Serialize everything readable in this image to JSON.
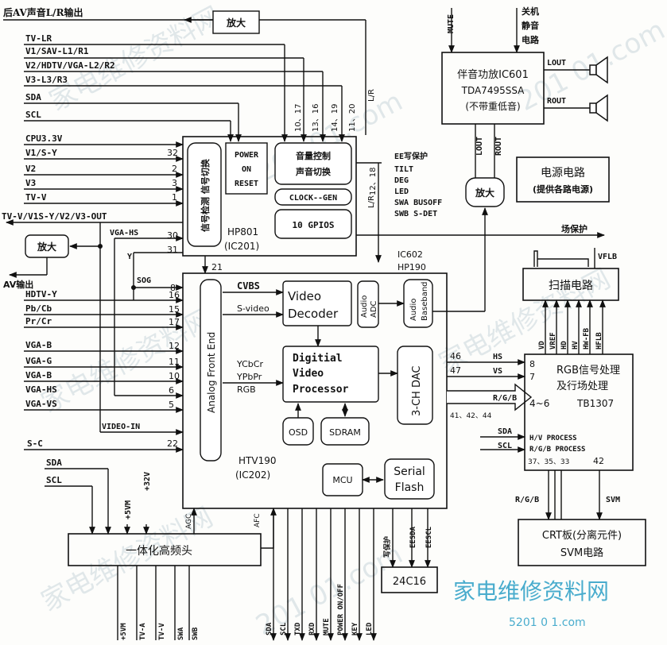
{
  "watermark": {
    "brand": "家电维修资料网",
    "site": "5201 0 1.com",
    "diag": "家电维修资料网",
    "diag2": "201 01.com"
  },
  "top": {
    "rear_av_out": "后AV声音L/R输出",
    "amp1": "放大",
    "mute": "MUTE",
    "poweroff_mute": [
      "关机",
      "静音",
      "电路"
    ]
  },
  "left_inputs": [
    "TV-LR",
    "V1/SAV-L1/R1",
    "V2/HDTV/VGA-L2/R2",
    "V3-L3/R3",
    "SDA",
    "SCL",
    "CPU3.3V",
    "V1/S-Y",
    "V2",
    "V3",
    "TV-V",
    "TV-V/V1S-Y/V2/V3-OUT"
  ],
  "hp801": {
    "left_pins": [
      "32",
      "2",
      "3",
      "1"
    ],
    "bottom_pins": [
      "30",
      "31"
    ],
    "signal_sel": "信号检测 信号切换",
    "power_reset": [
      "POWER",
      "ON",
      "RESET"
    ],
    "vol_ctrl": [
      "音量控制",
      "声音切换"
    ],
    "clock": "CLOCK--GEN",
    "gpio": "10 GPIOS",
    "label": "HP801",
    "ic": "(IC201)",
    "top_pins": [
      "10、17",
      "13、16",
      "14、19",
      "11、20"
    ],
    "lr": "L/R",
    "pin_12_18": "12、18",
    "lr2": "L/R"
  },
  "signals_right": [
    "EE写保护",
    "TILT",
    "DEG",
    "LED",
    "SWA BUSOFF",
    "SWB S-DET"
  ],
  "audio_amp": {
    "lines": [
      "伴音功放IC601",
      "TDA7495SSA",
      "(不带重低音)"
    ],
    "lout": "LOUT",
    "rout": "ROUT",
    "lout2": "LOUT",
    "rout2": "ROUT",
    "amp": "放大"
  },
  "power_box": [
    "电源电路",
    "(提供各路电源)"
  ],
  "left_mid": {
    "amp": "放大",
    "av_out": "AV输出",
    "vga_hs": "VGA-HS",
    "y": "Y",
    "sog": "SOG",
    "pin21": "21"
  },
  "htv_inputs": [
    {
      "label": "HDTV-Y",
      "pin": "16"
    },
    {
      "label": "Pb/Cb",
      "pin": "15"
    },
    {
      "label": "Pr/Cr",
      "pin": "17"
    },
    {
      "label": "VGA-B",
      "pin": "12"
    },
    {
      "label": "VGA-G",
      "pin": "11"
    },
    {
      "label": "VGA-B",
      "pin": "10"
    },
    {
      "label": "VGA-HS",
      "pin": "6"
    },
    {
      "label": "VGA-VS",
      "pin": "5"
    }
  ],
  "pin8": "8",
  "video_in": "VIDEO-IN",
  "sc": "S-C",
  "sc_pin": "22",
  "htv190": {
    "afe": "Analog Front End",
    "cvbs": "CVBS",
    "svideo": "S-video",
    "ycbcr": "YCbCr",
    "ypbpr": "YPbPr",
    "rgb": "RGB",
    "vdec": [
      "Video",
      "Decoder"
    ],
    "adc": [
      "Audio",
      "ADC"
    ],
    "baseband": [
      "Audio",
      "Baseband"
    ],
    "dvp": [
      "Digitial",
      "Video",
      "Processor"
    ],
    "dac": "3-CH DAC",
    "osd": "OSD",
    "sdram": "SDRAM",
    "mcu": "MCU",
    "flash": [
      "Serial",
      "Flash"
    ],
    "label": "HTV190",
    "ic": "(IC202)",
    "ic602": "IC602",
    "hp190": "HP190",
    "pin46": "46",
    "pin47": "47",
    "hs": "HS",
    "vs": "VS",
    "rgb_out": "R/G/B",
    "pins41": "41、42、44"
  },
  "scan": {
    "title": "扫描电路",
    "field_prot": "场保护",
    "vflb": "VFLB",
    "sigs": [
      "VD",
      "VREF",
      "HD",
      "HV",
      "HW-FB",
      "HFLB"
    ]
  },
  "tb1307": {
    "pin8": "8",
    "pin7": "7",
    "title1": "RGB信号处理",
    "title2": "及行场处理",
    "pins46": "4~6",
    "chip": "TB1307",
    "hv": "H/V PROCESS",
    "rgbp": "R/G/B   PROCESS",
    "pins_b": "37、35、33",
    "pin42": "42",
    "sda": "SDA",
    "scl": "SCL"
  },
  "crt": {
    "title": "CRT板(分离元件)",
    "svm": "SVM电路",
    "rgb": "R/G/B",
    "svm_sig": "SVM"
  },
  "tuner": {
    "label": "一体化高频头",
    "sda": "SDA",
    "scl": "SCL",
    "v5": "+5VM",
    "v32": "+32V",
    "agc": "AGC",
    "afc": "AFC",
    "bottom": [
      "+5VM",
      "TV-A",
      "TV-V",
      "SWA",
      "SWB"
    ]
  },
  "bus": [
    "SDA",
    "SCL",
    "TXD",
    "RXD",
    "MUTE",
    "POWER ON/OFF",
    "KEY",
    "LED"
  ],
  "eeprom": {
    "wp": "写保护",
    "sda": "EESDA",
    "scl": "EESCL",
    "chip": "24C16"
  }
}
